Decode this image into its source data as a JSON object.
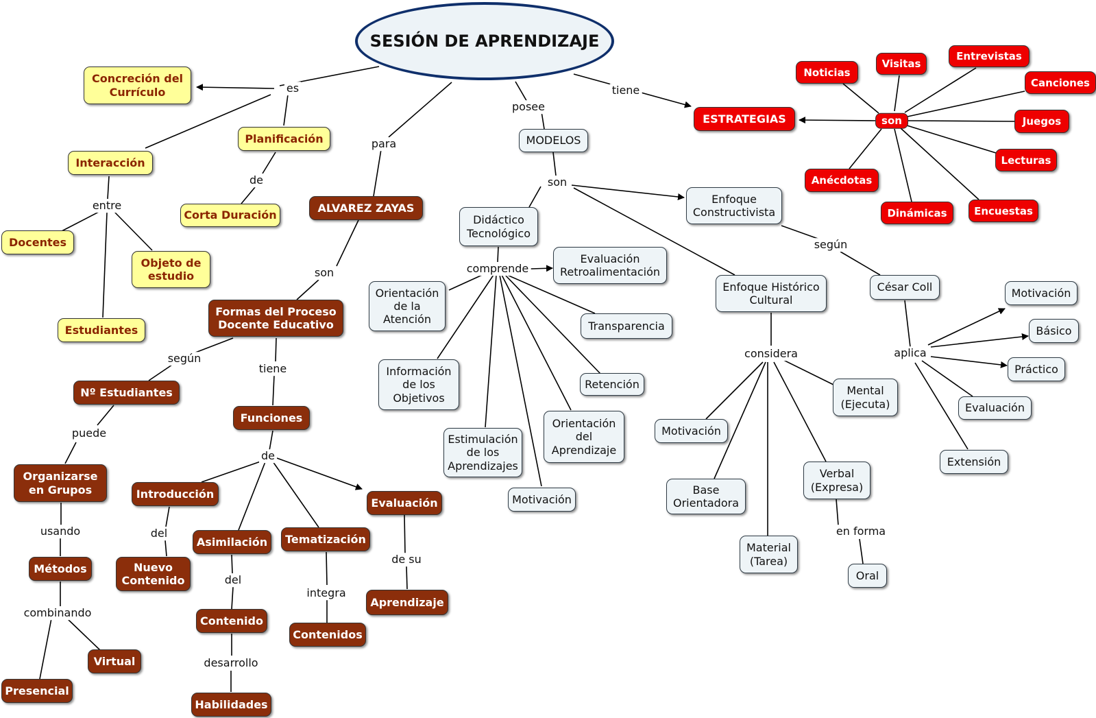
{
  "title": "SESIÓN DE APRENDIZAJE",
  "nodes": {
    "concrecion": "Concreción del\nCurrículo",
    "planificacion": "Planificación",
    "corta": "Corta Duración",
    "interaccion": "Interacción",
    "docentes": "Docentes",
    "objeto": "Objeto de\nestudio",
    "estudiantes": "Estudiantes",
    "alvarez": "ALVAREZ ZAYAS",
    "formas": "Formas del Proceso\nDocente Educativo",
    "n_estudiantes": "Nº Estudiantes",
    "organizarse": "Organizarse\nen Grupos",
    "metodos": "Métodos",
    "virtual": "Virtual",
    "presencial": "Presencial",
    "funciones": "Funciones",
    "introduccion": "Introducción",
    "nuevo": "Nuevo\nContenido",
    "asimilacion": "Asimilación",
    "contenido": "Contenido",
    "habilidades": "Habilidades",
    "tematizacion": "Tematización",
    "contenidos": "Contenidos",
    "evaluacion_b": "Evaluación",
    "aprendizaje": "Aprendizaje",
    "modelos": "MODELOS",
    "didactico": "Didáctico\nTecnológico",
    "eval_retro": "Evaluación\nRetroalimentación",
    "orient_atencion": "Orientación\nde la\nAtención",
    "transparencia": "Transparencia",
    "info_obj": "Información\nde los\nObjetivos",
    "retencion": "Retención",
    "estimulacion": "Estimulación\nde los\nAprendizajes",
    "orient_aprend": "Orientación\ndel\nAprendizaje",
    "motivacion_c": "Motivación",
    "enfoque_const": "Enfoque\nConstructivista",
    "enfoque_hist": "Enfoque Histórico\nCultural",
    "cesar": "César Coll",
    "motivacion_r": "Motivación",
    "basico": "Básico",
    "practico": "Práctico",
    "evaluacion_r": "Evaluación",
    "extension": "Extensión",
    "mental": "Mental\n(Ejecuta)",
    "motivacion_h": "Motivación",
    "base": "Base\nOrientadora",
    "verbal": "Verbal\n(Expresa)",
    "material": "Material\n(Tarea)",
    "oral": "Oral",
    "estrategias": "ESTRATEGIAS",
    "noticias": "Noticias",
    "visitas": "Visitas",
    "entrevistas": "Entrevistas",
    "canciones": "Canciones",
    "juegos": "Juegos",
    "lecturas": "Lecturas",
    "encuestas": "Encuestas",
    "dinamicas": "Dinámicas",
    "anecdotas": "Anécdotas"
  },
  "labels": {
    "es": "es",
    "de_plan": "de",
    "entre": "entre",
    "para": "para",
    "son_alvarez": "son",
    "segun_formas": "según",
    "puede": "puede",
    "usando": "usando",
    "combinando": "combinando",
    "tiene_formas": "tiene",
    "de_funciones": "de",
    "del_intro": "del",
    "del_asim": "del",
    "desarrollo": "desarrollo",
    "integra": "integra",
    "de_su": "de su",
    "posee": "posee",
    "son_modelos": "son",
    "comprende": "comprende",
    "tiene_estr": "tiene",
    "segun_const": "según",
    "aplica": "aplica",
    "considera": "considera",
    "en_forma": "en forma",
    "son_estr": "son"
  },
  "colors": {
    "yellow": "#ffff99",
    "brown": "#8b2e0b",
    "red": "#ee0000",
    "blue": "#eef4f7",
    "oval_border": "#0f2f6b"
  }
}
